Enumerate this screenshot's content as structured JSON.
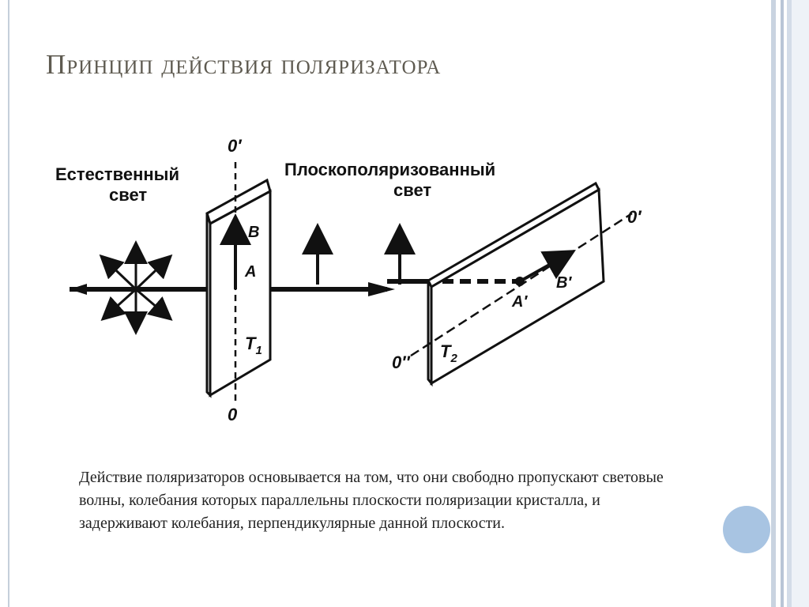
{
  "slide": {
    "title": "Принцип действия поляризатора",
    "caption": "Действие поляризаторов основывается на том, что они свободно пропускают световые волны, колебания которых параллельны плоскости поляризации кристалла, и задерживают колебания, перпендикулярные данной плоскости."
  },
  "diagram": {
    "natural_light": [
      "Естественный",
      "свет"
    ],
    "polarized_light": [
      "Плоскополяризованный",
      "свет"
    ],
    "labels": {
      "O_top": "0′",
      "O_bottom": "0",
      "B": "B",
      "A": "A",
      "T1": "T",
      "T1_sub": "1",
      "T2": "T",
      "T2_sub": "2",
      "O_right": "0′",
      "O_left": "0′′",
      "A_prime": "A′",
      "B_prime": "B′"
    }
  },
  "colors": {
    "accent_circle": "#a8c4e2",
    "frame": "#c5cfdb"
  }
}
